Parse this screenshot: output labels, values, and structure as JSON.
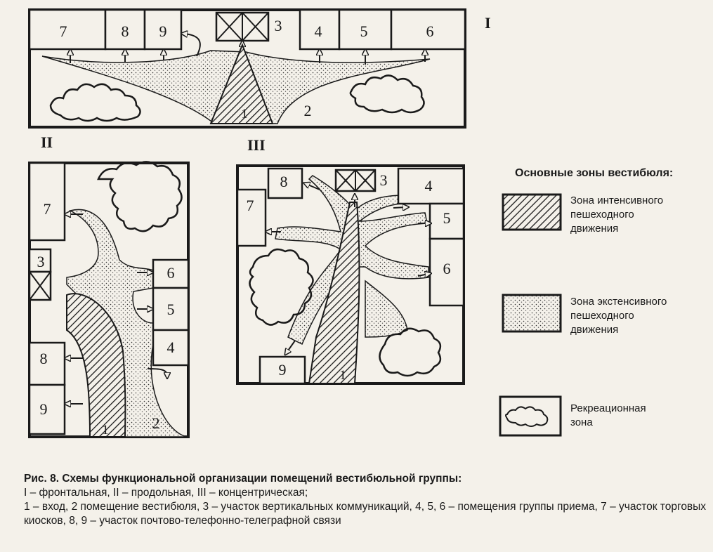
{
  "scheme_I": {
    "roman": "I",
    "rooms": [
      "7",
      "8",
      "9",
      "3",
      "4",
      "5",
      "6"
    ],
    "entrance": "1",
    "lobby": "2"
  },
  "scheme_II": {
    "roman": "II",
    "rooms": [
      "7",
      "3",
      "8",
      "9",
      "6",
      "5",
      "4"
    ],
    "entrance": "1",
    "lobby": "2"
  },
  "scheme_III": {
    "roman": "III",
    "rooms": [
      "8",
      "7",
      "3",
      "4",
      "5",
      "6",
      "9"
    ],
    "entrance": "1"
  },
  "legend": {
    "title": "Основные зоны вестибюля:",
    "items": [
      {
        "label": "Зона интенсивного\nпешеходного\nдвижения",
        "icon": "hatch-swatch-icon"
      },
      {
        "label": "Зона экстенсивного\nпешеходного\nдвижения",
        "icon": "stipple-swatch-icon"
      },
      {
        "label": "Рекреационная\nзона",
        "icon": "cloud-swatch-icon"
      }
    ]
  },
  "caption": {
    "title": "Рис. 8. Схемы функциональной организации помещений вестибюльной группы:",
    "line1": "I – фронтальная, II – продольная, III – концентрическая;",
    "line2": "1 – вход, 2 помещение вестибюля, 3 – участок вертикальных коммуникаций, 4, 5, 6 – помещения группы приема, 7 – участок торговых киосков, 8, 9 – участок почтово-телефонно-телеграфной связи"
  },
  "colors": {
    "ink": "#1a1a1a",
    "paper": "#f4f1ea"
  }
}
